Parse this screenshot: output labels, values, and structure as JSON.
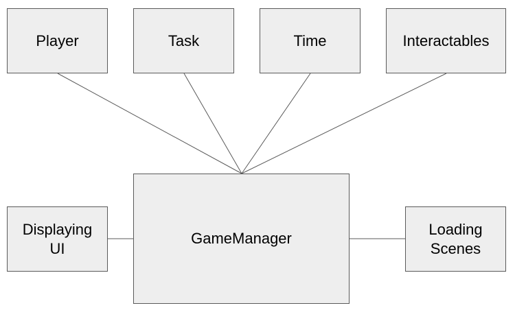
{
  "diagram": {
    "nodes": {
      "player": "Player",
      "task": "Task",
      "time": "Time",
      "interactables": "Interactables",
      "gamemanager": "GameManager",
      "displaying_ui": "Displaying\nUI",
      "loading_scenes": "Loading\nScenes"
    },
    "edges": [
      [
        "player",
        "gamemanager"
      ],
      [
        "task",
        "gamemanager"
      ],
      [
        "time",
        "gamemanager"
      ],
      [
        "interactables",
        "gamemanager"
      ],
      [
        "displaying_ui",
        "gamemanager"
      ],
      [
        "gamemanager",
        "loading_scenes"
      ]
    ],
    "colors": {
      "node_fill": "#eeeeee",
      "node_border": "#595959",
      "edge": "#595959",
      "text": "#000000"
    }
  }
}
